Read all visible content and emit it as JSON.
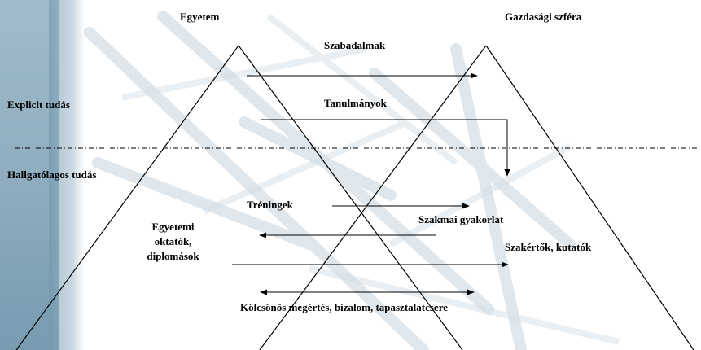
{
  "headers": {
    "university": "Egyetem",
    "business": "Gazdasági szféra"
  },
  "levels": {
    "explicit": "Explicit tudás",
    "tacit": "Hallgatólagos tudás"
  },
  "flows": {
    "patents": "Szabadalmak",
    "studies": "Tanulmányok",
    "trainings": "Tréningek",
    "internship": "Szakmai gyakorlat",
    "mutual": "Kölcsönös megértés, bizalom, tapasztalatcsere"
  },
  "actors": {
    "university_people": "Egyetemi\noktatók,\ndiplomások",
    "business_people": "Szakértők, kutatók"
  },
  "colors": {
    "background_left_strip": "#7fa3b8",
    "watermark": "#c9d6e0",
    "lines": "#000000"
  }
}
